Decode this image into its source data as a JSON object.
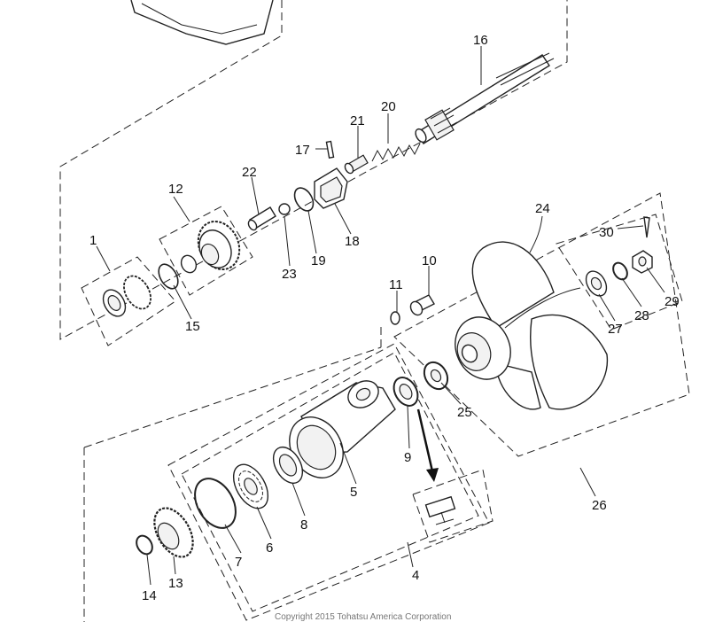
{
  "diagram": {
    "labels": [
      "1",
      "4",
      "5",
      "6",
      "7",
      "8",
      "9",
      "10",
      "11",
      "12",
      "13",
      "14",
      "15",
      "16",
      "17",
      "18",
      "19",
      "20",
      "21",
      "22",
      "23",
      "24",
      "25",
      "26",
      "27",
      "28",
      "29",
      "30"
    ],
    "copyright": "Copyright 2015 Tohatsu America Corporation"
  }
}
